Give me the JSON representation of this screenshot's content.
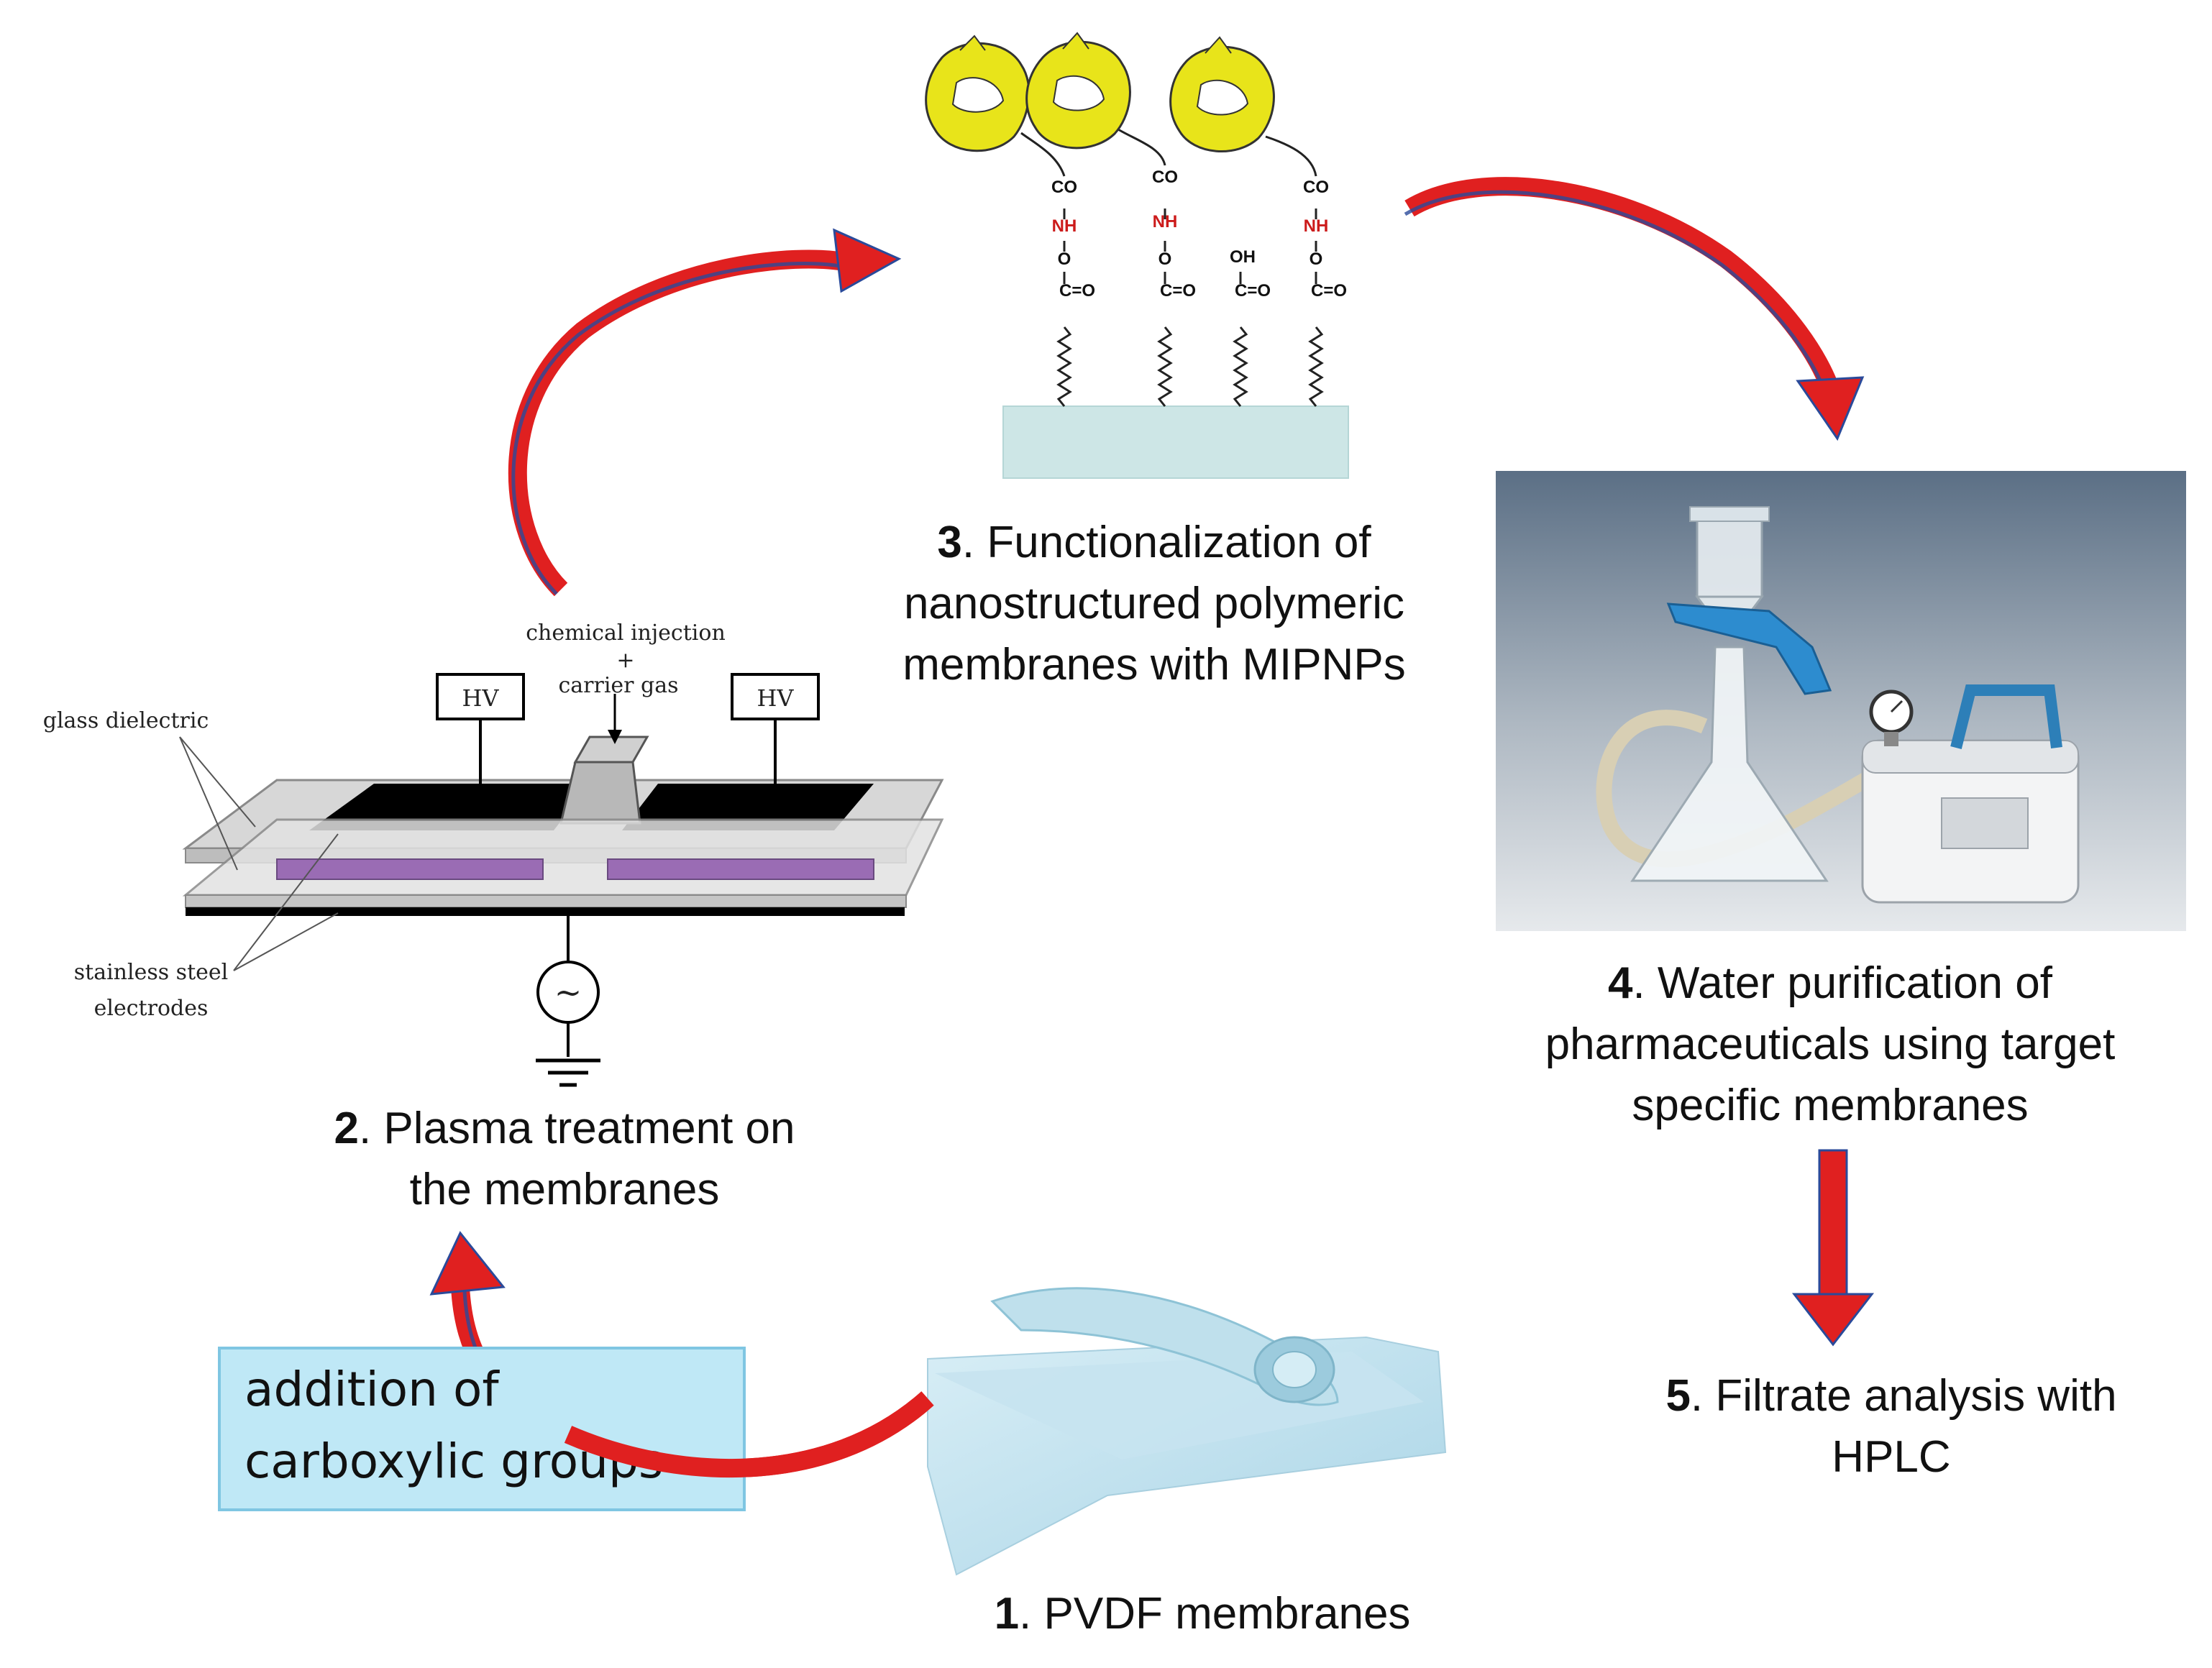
{
  "steps": {
    "step1": {
      "num": "1",
      "text": ". PVDF membranes"
    },
    "step2": {
      "num": "2",
      "line1": ". Plasma treatment on",
      "line2": "the membranes"
    },
    "step3": {
      "num": "3",
      "line1": ". Functionalization of",
      "line2": "nanostructured polymeric",
      "line3": "membranes with MIPNPs"
    },
    "step4": {
      "num": "4",
      "line1": ". Water purification of",
      "line2": "pharmaceuticals using target",
      "line3": "specific membranes"
    },
    "step5": {
      "num": "5",
      "line1": ". Filtrate analysis with",
      "line2": "HPLC"
    }
  },
  "callout": {
    "line1": "addition of",
    "line2": "carboxylic groups"
  },
  "plasma_device": {
    "hv_left": "HV",
    "hv_right": "HV",
    "chemical_injection": "chemical injection",
    "plus": "+",
    "carrier_gas": "carrier gas",
    "glass_dielectric": "glass dielectric",
    "stainless_steel": "stainless steel",
    "electrodes": "electrodes",
    "ac_symbol": "~"
  },
  "chemistry": {
    "co": "CO",
    "nh": "NH",
    "o": "O",
    "c_eq_o": "C=O",
    "oh": "OH"
  },
  "colors": {
    "arrow_red": "#e02020",
    "arrow_blue": "#2a4a9a",
    "callout_fill": "#bfe8f6",
    "callout_border": "#7fc6e2",
    "dielectric_purple": "#9a6cb4",
    "np_yellow": "#e8e41a",
    "nh_red": "#cc1b1b"
  }
}
